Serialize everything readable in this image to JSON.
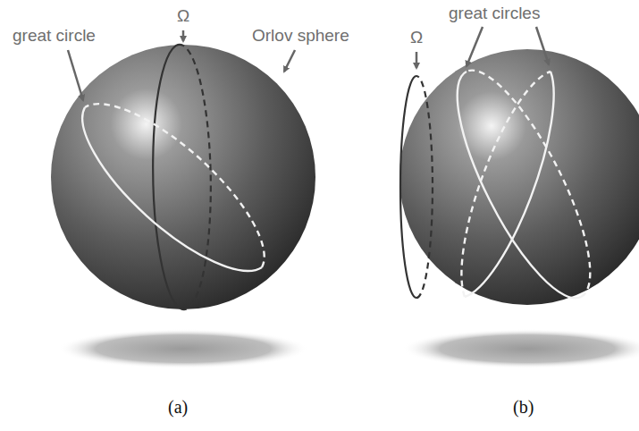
{
  "diagram": {
    "labels": [
      "great circle",
      "Ω",
      "Orlov sphere",
      "Ω",
      "great circles",
      "(a)",
      "(b)"
    ]
  }
}
